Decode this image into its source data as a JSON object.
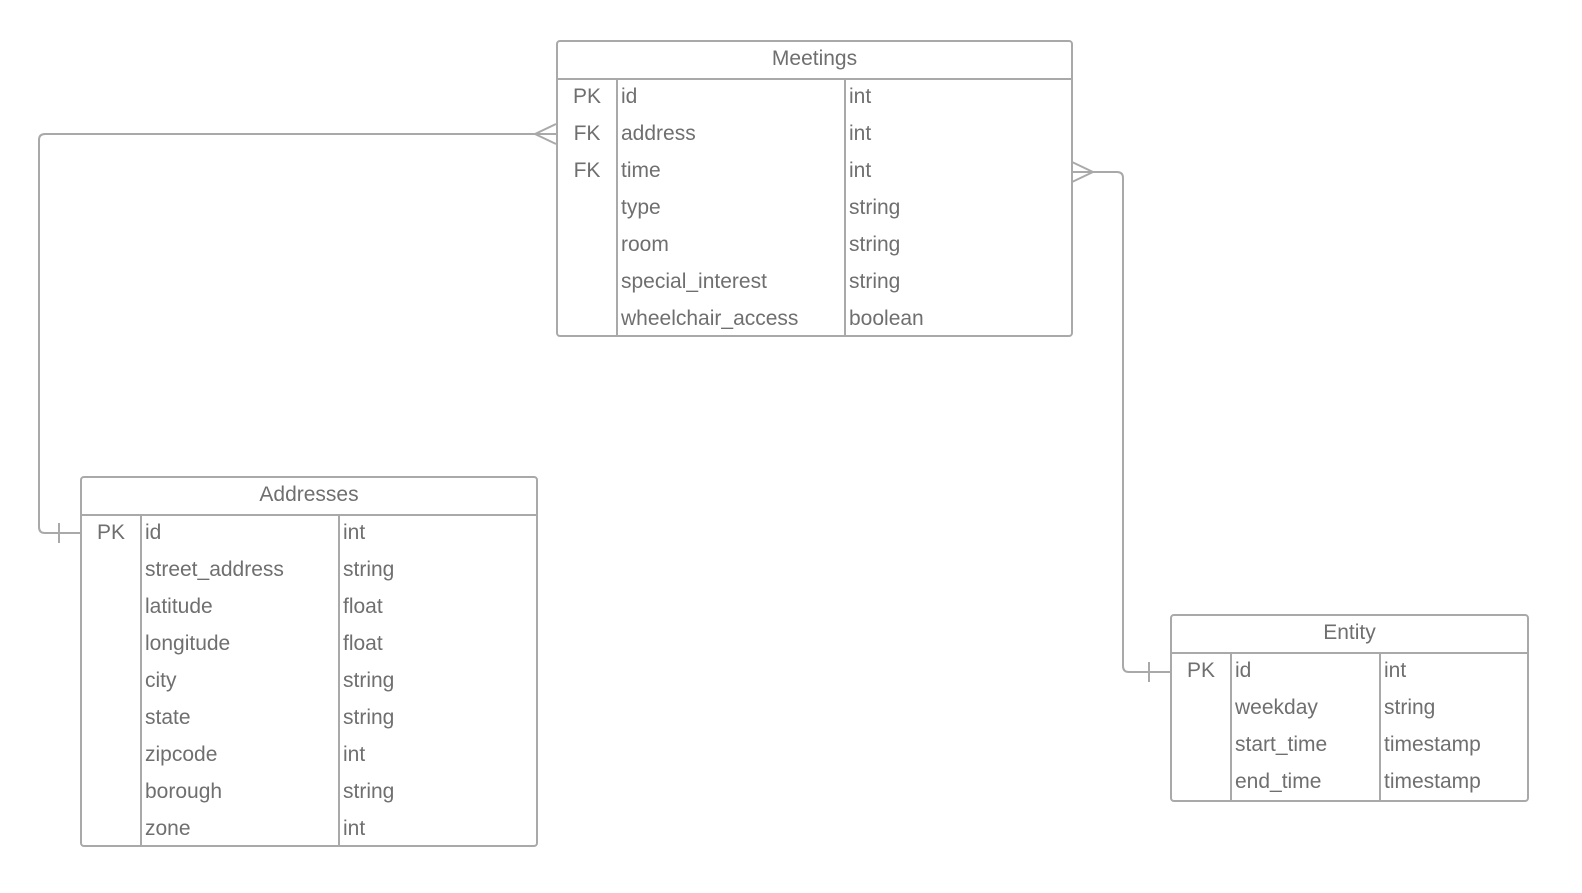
{
  "entities": {
    "meetings": {
      "title": "Meetings",
      "rows": [
        {
          "key": "PK",
          "name": "id",
          "type": "int"
        },
        {
          "key": "FK",
          "name": "address",
          "type": "int"
        },
        {
          "key": "FK",
          "name": "time",
          "type": "int"
        },
        {
          "key": "",
          "name": "type",
          "type": "string"
        },
        {
          "key": "",
          "name": "room",
          "type": "string"
        },
        {
          "key": "",
          "name": "special_interest",
          "type": "string"
        },
        {
          "key": "",
          "name": "wheelchair_access",
          "type": "boolean"
        }
      ]
    },
    "addresses": {
      "title": "Addresses",
      "rows": [
        {
          "key": "PK",
          "name": "id",
          "type": "int"
        },
        {
          "key": "",
          "name": "street_address",
          "type": "string"
        },
        {
          "key": "",
          "name": "latitude",
          "type": "float"
        },
        {
          "key": "",
          "name": "longitude",
          "type": "float"
        },
        {
          "key": "",
          "name": "city",
          "type": "string"
        },
        {
          "key": "",
          "name": "state",
          "type": "string"
        },
        {
          "key": "",
          "name": "zipcode",
          "type": "int"
        },
        {
          "key": "",
          "name": "borough",
          "type": "string"
        },
        {
          "key": "",
          "name": "zone",
          "type": "int"
        }
      ]
    },
    "entity": {
      "title": "Entity",
      "rows": [
        {
          "key": "PK",
          "name": "id",
          "type": "int"
        },
        {
          "key": "",
          "name": "weekday",
          "type": "string"
        },
        {
          "key": "",
          "name": "start_time",
          "type": "timestamp"
        },
        {
          "key": "",
          "name": "end_time",
          "type": "timestamp"
        }
      ]
    }
  },
  "relationships": [
    {
      "from": "meetings.address",
      "to": "addresses.id",
      "from_end": "many",
      "to_end": "one"
    },
    {
      "from": "meetings.time",
      "to": "entity.id",
      "from_end": "many",
      "to_end": "one"
    }
  ],
  "colors": {
    "line": "#a9a9a9",
    "text": "#6f6f6f"
  }
}
